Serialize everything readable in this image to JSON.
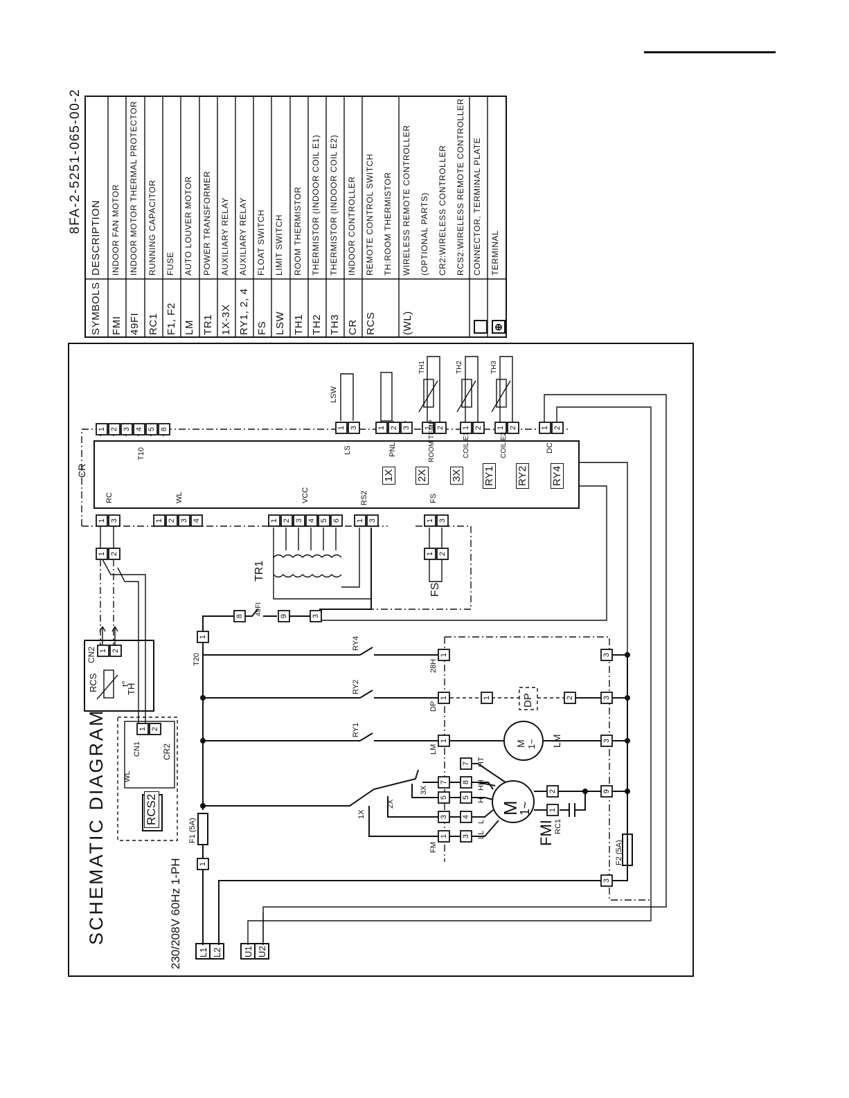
{
  "document_id": "8FA-2-5251-065-00-2",
  "diagram_title": "SCHEMATIC DIAGRAM",
  "supply_label": "230/208V 60Hz 1-PH",
  "legend": {
    "header_symbol": "SYMBOLS",
    "header_description": "DESCRIPTION",
    "rows": [
      {
        "symbol": "FMI",
        "description": "INDOOR FAN MOTOR"
      },
      {
        "symbol": "49FI",
        "description": "INDOOR MOTOR THERMAL PROTECTOR"
      },
      {
        "symbol": "RC1",
        "description": "RUNNING CAPACITOR"
      },
      {
        "symbol": "F1, F2",
        "description": "FUSE"
      },
      {
        "symbol": "LM",
        "description": "AUTO LOUVER MOTOR"
      },
      {
        "symbol": "TR1",
        "description": "POWER TRANSFORMER"
      },
      {
        "symbol": "1X-3X",
        "description": "AUXILIARY RELAY"
      },
      {
        "symbol": "RY1, 2, 4",
        "description": "AUXILIARY RELAY"
      },
      {
        "symbol": "FS",
        "description": "FLOAT SWITCH"
      },
      {
        "symbol": "LSW",
        "description": "LIMIT SWITCH"
      },
      {
        "symbol": "TH1",
        "description": "ROOM THERMISTOR"
      },
      {
        "symbol": "TH2",
        "description": "THERMISTOR (INDOOR COIL E1)"
      },
      {
        "symbol": "TH3",
        "description": "THERMISTOR (INDOOR COIL E2)"
      },
      {
        "symbol": "CR",
        "description": "INDOOR CONTROLLER"
      },
      {
        "symbol": "RCS",
        "description": "REMOTE CONTROL SWITCH",
        "description2": "TH:ROOM THERMISTOR"
      },
      {
        "symbol": "(WL)",
        "description": "WIRELESS REMOTE CONTROLLER",
        "description2": "(OPTIONAL PARTS)",
        "description3": "CR2:WIRELESS CONTROLLER",
        "description4": "RCS2:WIRELESS REMOTE CONTROLLER"
      },
      {
        "symbol": "",
        "description": "CONNECTOR, TERMINAL PLATE",
        "icon": "connector-square-icon"
      },
      {
        "symbol": "",
        "description": "TERMINAL",
        "icon": "terminal-plus-icon"
      }
    ]
  },
  "labels": {
    "cr": "CR",
    "rc": "RC",
    "wl": "WL",
    "vcc": "VCC",
    "rs2": "RS2",
    "fs_conn": "FS",
    "t10": "T10",
    "ls": "LS",
    "pnl": "PNL",
    "room_temp": "ROOM TEMP",
    "coil_e1": "COIL E1",
    "coil_e2": "COIL E2",
    "dc": "DC",
    "lsw": "LSW",
    "th1": "TH1",
    "th2": "TH2",
    "th3": "TH3",
    "relay_1x": "1X",
    "relay_2x": "2X",
    "relay_3x": "3X",
    "ry1": "RY1",
    "ry2": "RY2",
    "ry4": "RY4",
    "tr1": "TR1",
    "fs_switch": "FS",
    "rcs": "RCS",
    "cn2": "CN2",
    "th": "TH",
    "t_deg": "t°",
    "cn1": "CN1",
    "cr2": "CR2",
    "wl_box": "WL",
    "rcs2": "RCS2",
    "p49fi": "49FI",
    "t20": "T20",
    "f1": "F1 (5A)",
    "f2": "F2 (5A)",
    "ry4_sw": "RY4",
    "ry2_sw": "RY2",
    "ry1_sw": "RY1",
    "x1_sw": "1X",
    "x2_sw": "2X",
    "x3_sw": "3X",
    "h28": "28H",
    "dp": "DP",
    "dp_box": "DP",
    "lm_conn": "LM",
    "fm_conn": "FM",
    "lm_motor": "LM",
    "fmi": "FMI",
    "rc1": "RC1",
    "ht": "HT",
    "hh": "HH",
    "h": "H",
    "l": "L",
    "ll": "LL",
    "motor_m": "M",
    "motor_phase": "1~",
    "term_l1": "L1",
    "term_l2": "L2",
    "term_u1": "U1",
    "term_u2": "U2"
  }
}
